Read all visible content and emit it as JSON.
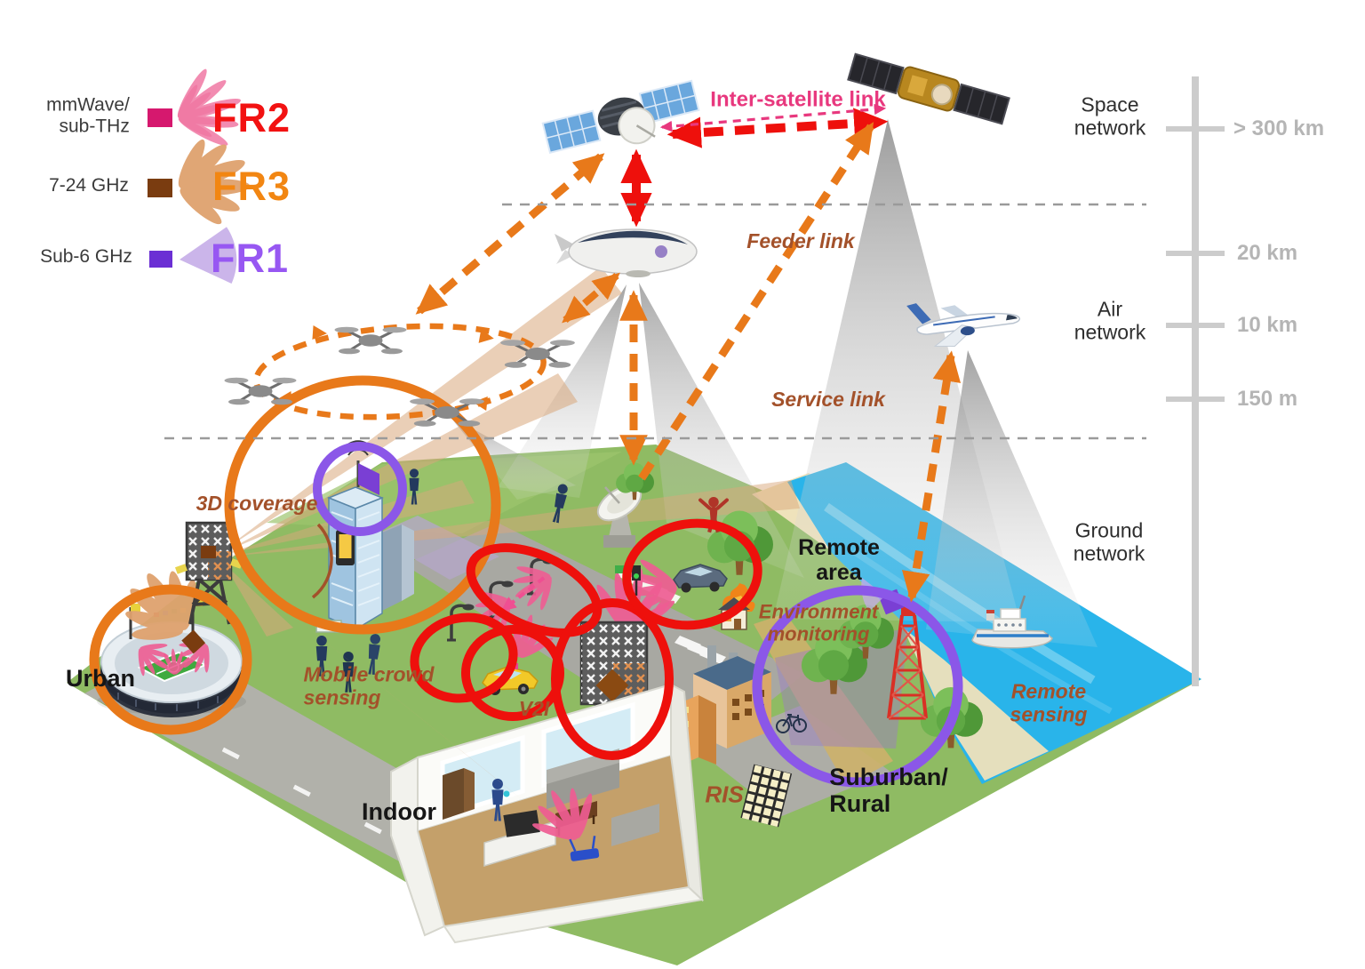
{
  "legend": {
    "rows": [
      {
        "band": "mmWave/\nsub-THz",
        "label": "FR2",
        "color": "#f21212"
      },
      {
        "band": "7-24 GHz",
        "label": "FR3",
        "color": "#f28612"
      },
      {
        "band": "Sub-6 GHz",
        "label": "FR1",
        "color": "#9757f2"
      }
    ]
  },
  "links": {
    "inter_satellite": "Inter-satellite link",
    "feeder": "Feeder link",
    "service": "Service link"
  },
  "layers": {
    "space": "Space\nnetwork",
    "air": "Air\nnetwork",
    "ground": "Ground\nnetwork"
  },
  "altitude_scale": {
    "ticks": [
      "> 300 km",
      "20 km",
      "10 km",
      "150 m"
    ]
  },
  "ground_labels": {
    "urban": "Urban",
    "coverage_3d": "3D coverage",
    "mobile_crowd_sensing": "Mobile crowd\nsensing",
    "indoor": "Indoor",
    "v2i": "V2I",
    "ris": "RIS",
    "remote_area": "Remote\narea",
    "environment_monitoring": "Environment\nmonitoring",
    "suburban_rural": "Suburban/\nRural",
    "remote_sensing": "Remote\nsensing"
  },
  "colors": {
    "fr2": "#f21212",
    "fr3": "#f28612",
    "fr1": "#9757f2",
    "link_orange": "#e8791a",
    "link_red": "#ee100c",
    "highlight_red": "#ee100c",
    "highlight_orange": "#e8791a",
    "highlight_purple": "#8b57e8",
    "label_brown": "#a3512a",
    "label_pink": "#e8387e",
    "water": "#29b4ea",
    "grass": "#8fbb63"
  }
}
